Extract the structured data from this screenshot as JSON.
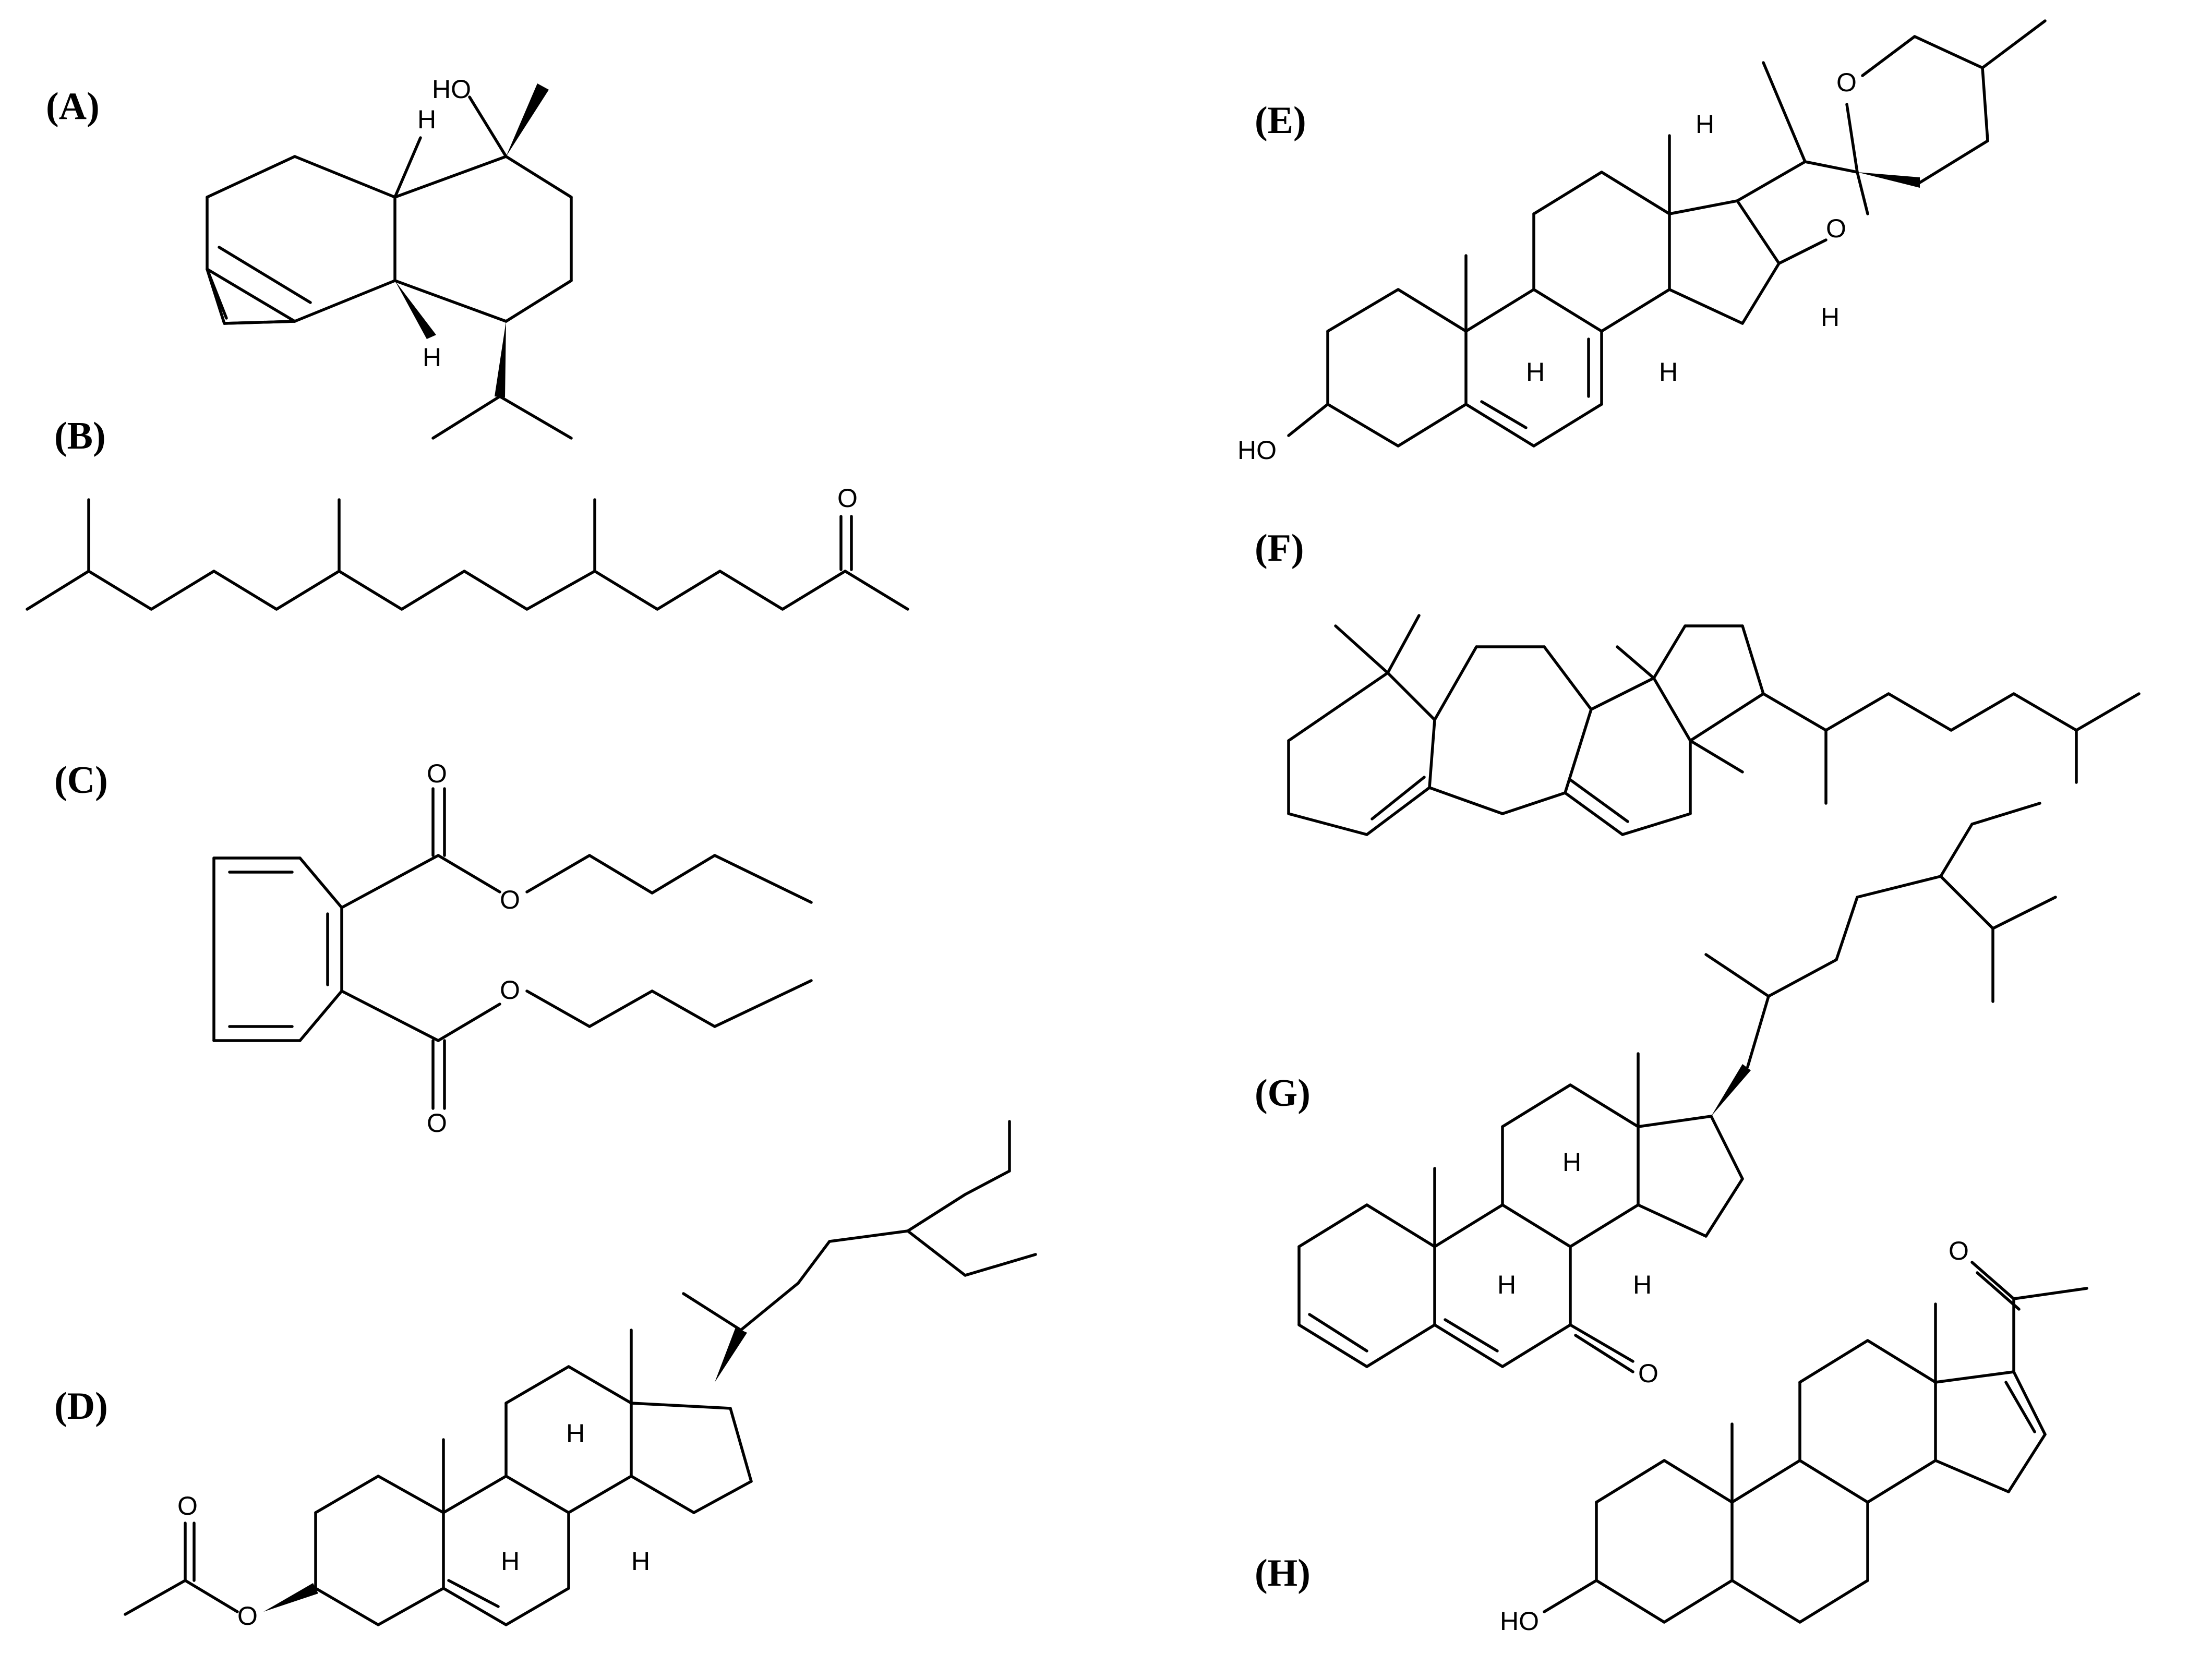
{
  "figure": {
    "panels": [
      {
        "label": "(A)",
        "atoms": [
          "HO",
          "H",
          "H"
        ]
      },
      {
        "label": "(B)",
        "atoms": [
          "O"
        ]
      },
      {
        "label": "(C)",
        "atoms": [
          "O",
          "O",
          "O",
          "O"
        ]
      },
      {
        "label": "(D)",
        "atoms": [
          "O",
          "O",
          "H",
          "H",
          "H"
        ]
      },
      {
        "label": "(E)",
        "atoms": [
          "O",
          "O",
          "H",
          "H",
          "H",
          "H",
          "HO"
        ]
      },
      {
        "label": "(F)",
        "atoms": []
      },
      {
        "label": "(G)",
        "atoms": [
          "H",
          "H",
          "H",
          "O"
        ]
      },
      {
        "label": "(H)",
        "atoms": [
          "O",
          "HO"
        ]
      }
    ]
  }
}
